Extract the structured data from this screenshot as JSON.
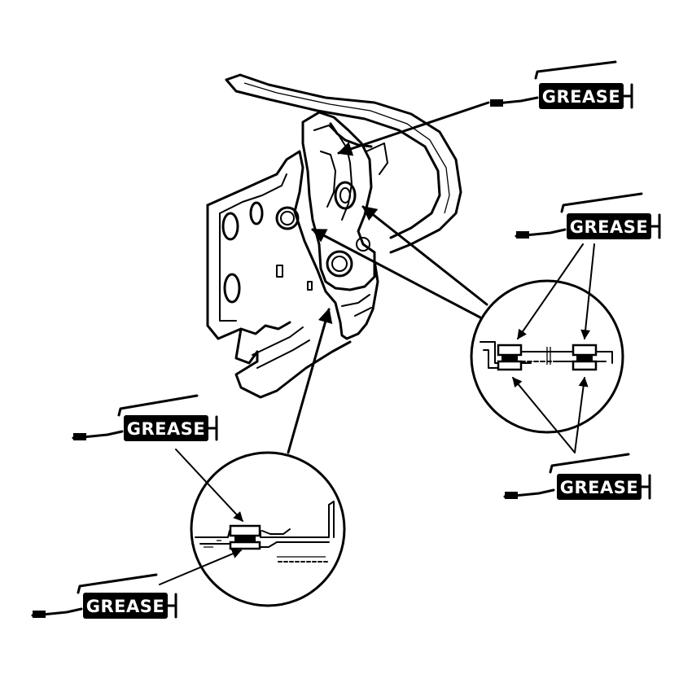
{
  "diagram": {
    "labels": [
      {
        "id": "grease-top-right",
        "text": "GREASE"
      },
      {
        "id": "grease-right-upper",
        "text": "GREASE"
      },
      {
        "id": "grease-right-lower",
        "text": "GREASE"
      },
      {
        "id": "grease-left-upper",
        "text": "GREASE"
      },
      {
        "id": "grease-left-lower",
        "text": "GREASE"
      }
    ]
  }
}
